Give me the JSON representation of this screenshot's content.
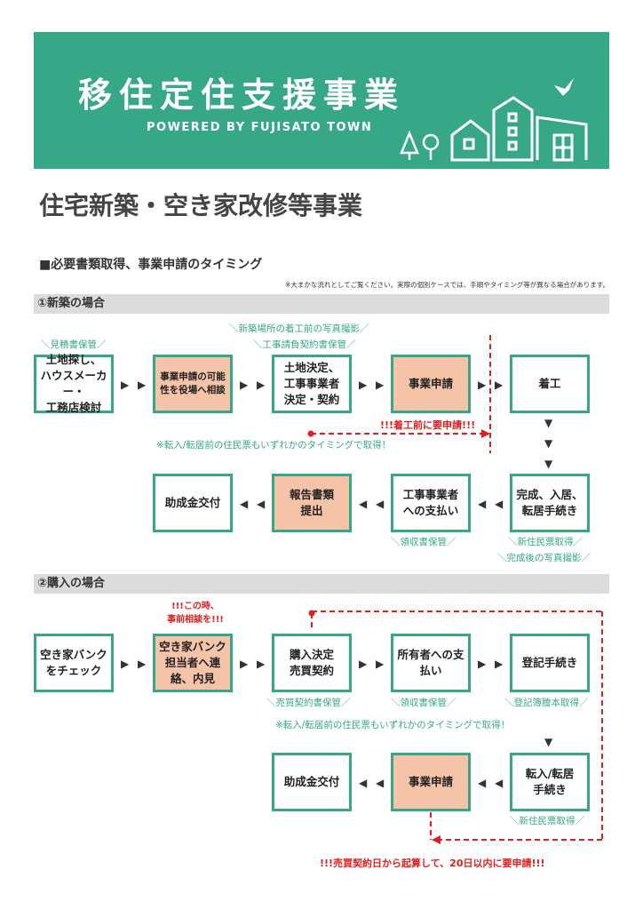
{
  "banner": {
    "title": "移住定住支援事業",
    "subtitle": "POWERED BY FUJISATO TOWN",
    "bg_color": "#36a887",
    "icons": [
      "bird-icon",
      "tree-icon",
      "round-tree-icon",
      "house-icon",
      "tall-house-icon",
      "shed-house-icon"
    ]
  },
  "page_title": "住宅新築・空き家改修等事業",
  "section_heading": "■必要書類取得、事業申請のタイミング",
  "disclaimer": "※大まかな流れとしてご覧ください。実際の個別ケースでは、手順やタイミング等が異なる場合があります。",
  "colors": {
    "accent": "#36a887",
    "highlight": "#f5c3a7",
    "warning": "#e02020"
  },
  "case1": {
    "heading": "①新築の場合",
    "row1": [
      {
        "label": "土地探し、\nハウスメーカー・\n工務店検討",
        "highlight": false
      },
      {
        "label": "事業申請の可能\n性を役場へ相談",
        "highlight": true
      },
      {
        "label": "土地決定、\n工事事業者\n決定・契約",
        "highlight": false
      },
      {
        "label": "事業申請",
        "highlight": true
      },
      {
        "label": "着工",
        "highlight": false
      }
    ],
    "row2": [
      {
        "label": "助成金交付",
        "highlight": false
      },
      {
        "label": "報告書類\n提出",
        "highlight": true
      },
      {
        "label": "工事事業者\nへの支払い",
        "highlight": false
      },
      {
        "label": "完成、入居、\n転居手続き",
        "highlight": false
      }
    ],
    "notes": {
      "estimate": "＼見積書保管／",
      "site_photo": "＼新築場所の着工前の写真撮影／",
      "contract_keep": "＼工事請負契約書保管／",
      "before_start": "!!!着工前に要申請!!!",
      "residence_cert": "※転入/転居前の住民票もいずれかのタイミングで取得！",
      "receipt": "＼領収書保管／",
      "new_cert": "＼新住民票取得／",
      "done_photo": "＼完成後の写真撮影／"
    }
  },
  "case2": {
    "heading": "②購入の場合",
    "row1": [
      {
        "label": "空き家バンク\nをチェック",
        "highlight": false
      },
      {
        "label": "空き家バンク\n担当者へ連\n絡、内見",
        "highlight": true
      },
      {
        "label": "購入決定\n売買契約",
        "highlight": false
      },
      {
        "label": "所有者への支\n払い",
        "highlight": false
      },
      {
        "label": "登記手続き",
        "highlight": false
      }
    ],
    "row2": [
      {
        "label": "助成金交付",
        "highlight": false
      },
      {
        "label": "事業申請",
        "highlight": true
      },
      {
        "label": "転入/転居\n手続き",
        "highlight": false
      }
    ],
    "notes": {
      "consult": "!!!この時、\n事前相談を!!!",
      "sales_contract": "＼売買契約書保管／",
      "receipt": "＼領収書保管／",
      "registry": "＼登記簿謄本取得／",
      "residence_cert": "※転入/転居前の住民票もいずれかのタイミングで取得！",
      "new_cert": "＼新住民票取得／",
      "deadline": "!!!売買契約日から起算して、20日以内に要申請!!!"
    }
  },
  "arrows": {
    "right": "▶ ▶",
    "left": "◀ ◀",
    "down": "▼"
  }
}
